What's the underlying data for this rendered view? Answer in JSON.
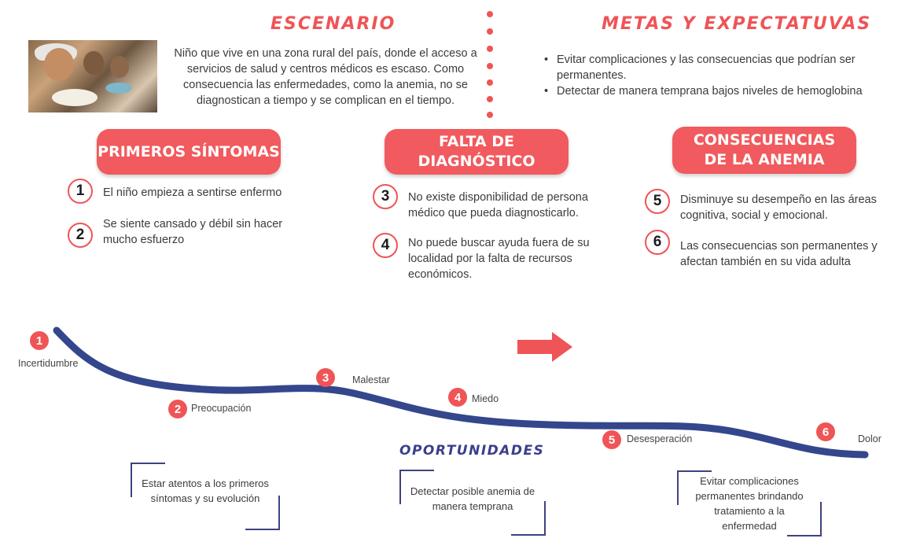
{
  "scenario": {
    "heading": "ESCENARIO",
    "text": "Niño que vive en una zona rural del país, donde el acceso a servicios de salud y centros médicos es escaso. Como consecuencia las enfermedades, como la anemia, no se diagnostican a tiempo y se complican en el tiempo."
  },
  "goals": {
    "heading": "METAS Y EXPECTATUVAS",
    "items": [
      "Evitar complicaciones y las consecuencias que podrían ser permanentes.",
      "Detectar de manera temprana bajos niveles de hemoglobina"
    ]
  },
  "phases": [
    {
      "title": "PRIMEROS SÍNTOMAS",
      "items": [
        {
          "number": "1",
          "text": "El niño empieza a sentirse enfermo"
        },
        {
          "number": "2",
          "text": "Se siente cansado y débil sin hacer mucho esfuerzo"
        }
      ]
    },
    {
      "title": "FALTA DE DIAGNÓSTICO",
      "items": [
        {
          "number": "3",
          "text": "No existe disponibilidad de persona médico que pueda diagnosticarlo."
        },
        {
          "number": "4",
          "text": "No puede buscar ayuda fuera de su localidad por la falta de recursos económicos."
        }
      ]
    },
    {
      "title": "CONSECUENCIAS DE LA ANEMIA",
      "items": [
        {
          "number": "5",
          "text": "Disminuye su desempeño en las áreas cognitiva, social y emocional."
        },
        {
          "number": "6",
          "text": "Las consecuencias son permanentes y afectan también en su vida adulta"
        }
      ]
    }
  ],
  "journey": {
    "stages": [
      {
        "number": "1",
        "label": "Incertidumbre"
      },
      {
        "number": "2",
        "label": "Preocupación"
      },
      {
        "number": "3",
        "label": "Malestar"
      },
      {
        "number": "4",
        "label": "Miedo"
      },
      {
        "number": "5",
        "label": "Desesperación"
      },
      {
        "number": "6",
        "label": "Dolor"
      }
    ]
  },
  "opportunities": {
    "heading": "OPORTUNIDADES",
    "items": [
      "Estar atentos a los primeros síntomas y su evolución",
      "Detectar posible anemia  de manera temprana",
      "Evitar complicaciones permanentes brindando tratamiento a la enfermedad"
    ]
  },
  "colors": {
    "accent": "#ef5457",
    "curve": "#34468c",
    "box_border": "#3f427f"
  }
}
